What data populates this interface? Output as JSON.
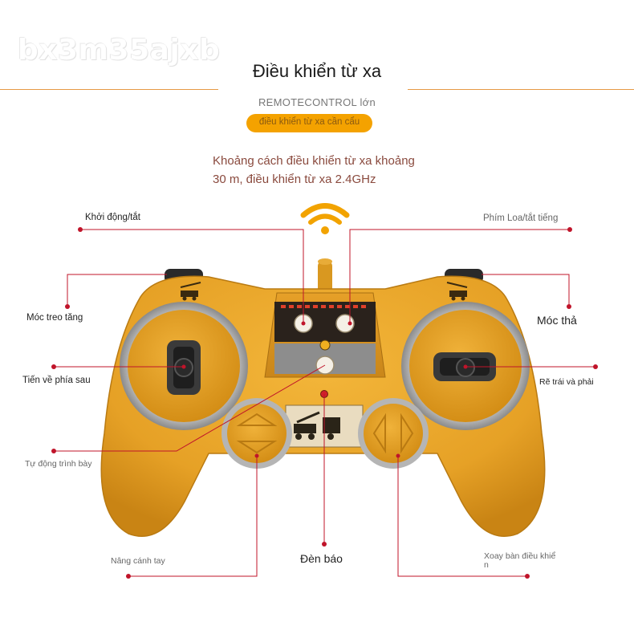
{
  "watermark": "bx3m35ajxb",
  "header": {
    "title": "Điều khiển từ xa",
    "subtitle_en": "REMOTECONTROL lớn",
    "subtitle_vi": "điều khiển từ xa cần cẩu"
  },
  "description": {
    "line1": "Khoảng cách điều khiển từ xa khoảng",
    "line2": "30 m, điều khiển từ xa 2.4GHz"
  },
  "labels": {
    "power": "Khởi động/tắt",
    "horn": "Phím Loa/tắt tiếng",
    "hook_up": "Móc treo tăng",
    "hook_release": "Móc thả",
    "forward_back": "Tiến về phía sau",
    "turn": "Rẽ trái và phải",
    "demo": "Tự động trình bày",
    "arm_lift": "Nâng cánh tay",
    "indicator": "Đèn báo",
    "rotate_line1": "Xoay bàn điều khiể",
    "rotate_line2": "n"
  },
  "colors": {
    "accent_orange": "#f4a200",
    "leader_red": "#c0142a",
    "controller_body": "#e9a42a"
  }
}
